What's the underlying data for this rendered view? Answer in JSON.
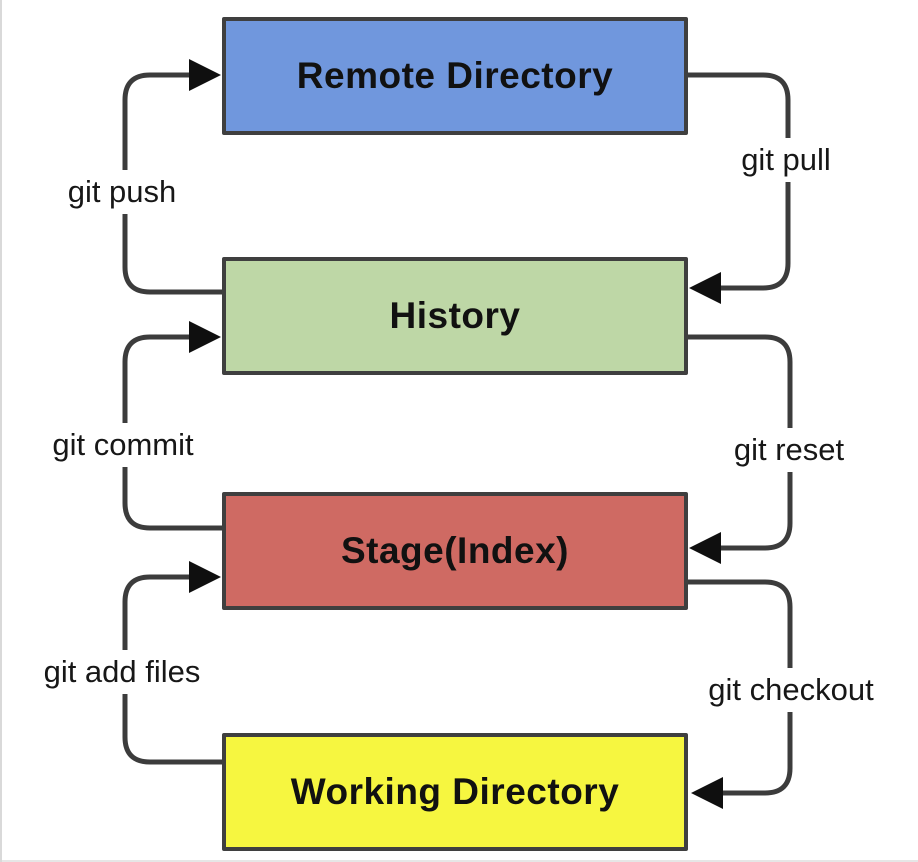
{
  "diagram": {
    "nodes": [
      {
        "label": "Remote Directory",
        "fill": "#7097dd"
      },
      {
        "label": "History",
        "fill": "#bed7a6"
      },
      {
        "label": "Stage(Index)",
        "fill": "#cf6a63"
      },
      {
        "label": "Working Directory",
        "fill": "#f6f640"
      }
    ],
    "edges": [
      {
        "label": "git push",
        "from": "History",
        "to": "Remote Directory"
      },
      {
        "label": "git pull",
        "from": "Remote Directory",
        "to": "History"
      },
      {
        "label": "git commit",
        "from": "Stage(Index)",
        "to": "History"
      },
      {
        "label": "git reset",
        "from": "History",
        "to": "Stage(Index)"
      },
      {
        "label": "git add files",
        "from": "Working Directory",
        "to": "Stage(Index)"
      },
      {
        "label": "git checkout",
        "from": "Stage(Index)",
        "to": "Working Directory"
      }
    ],
    "colors": {
      "line": "#3c3c3c",
      "arrowhead": "#0f0f0f",
      "node_border": "#3f3f3f",
      "text": "#111111",
      "background": "#ffffff"
    }
  }
}
